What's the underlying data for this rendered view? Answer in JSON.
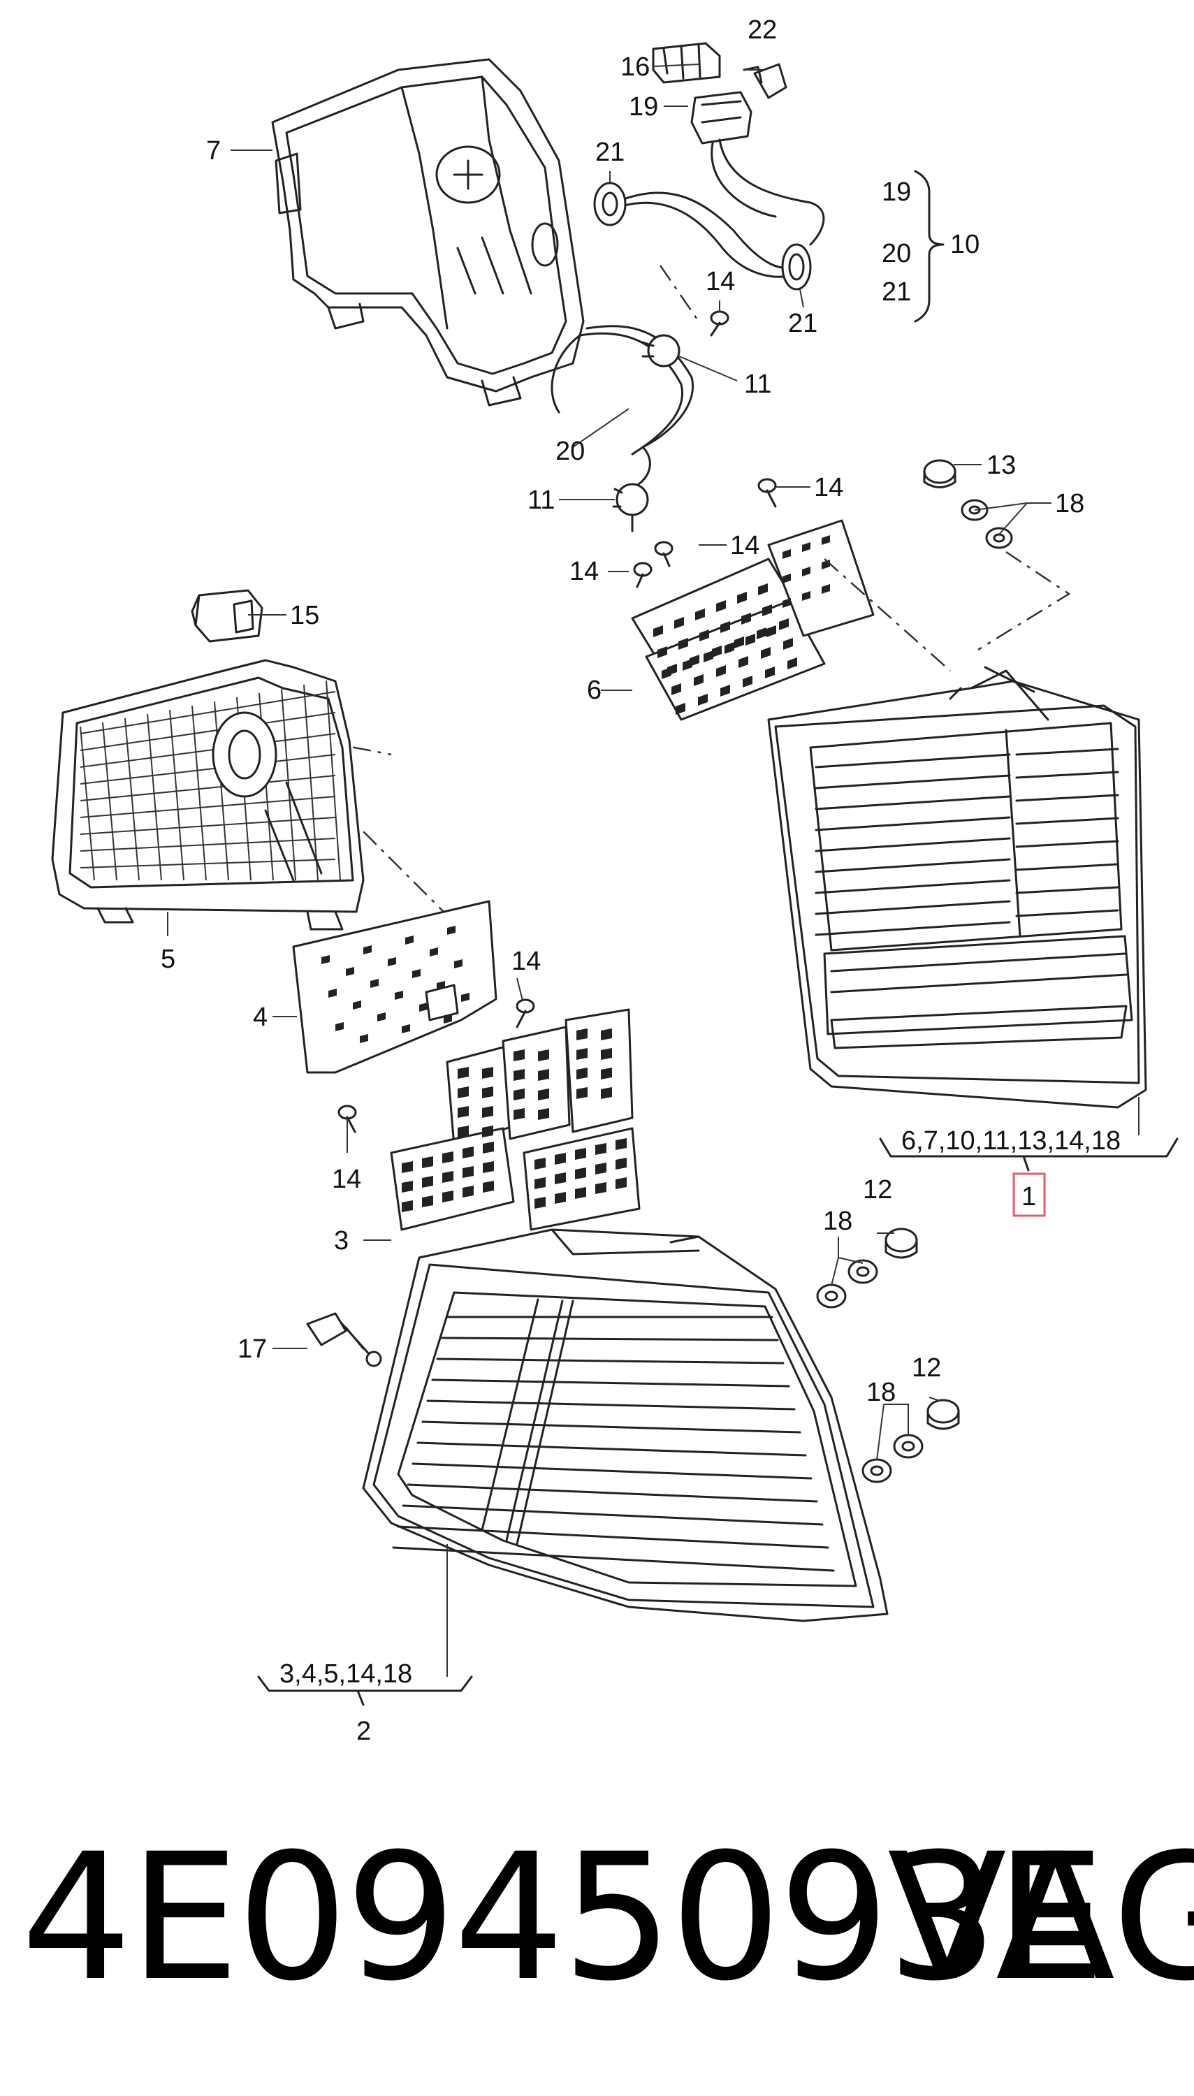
{
  "callouts": [
    {
      "id": "c1",
      "text": "1"
    },
    {
      "id": "c2",
      "text": "2"
    },
    {
      "id": "c3",
      "text": "3"
    },
    {
      "id": "c4",
      "text": "4"
    },
    {
      "id": "c5",
      "text": "5"
    },
    {
      "id": "c6",
      "text": "6"
    },
    {
      "id": "c7",
      "text": "7"
    },
    {
      "id": "c10",
      "text": "10"
    },
    {
      "id": "c11a",
      "text": "11"
    },
    {
      "id": "c11b",
      "text": "11"
    },
    {
      "id": "c12a",
      "text": "12"
    },
    {
      "id": "c12b",
      "text": "12"
    },
    {
      "id": "c13",
      "text": "13"
    },
    {
      "id": "c14a",
      "text": "14"
    },
    {
      "id": "c14b",
      "text": "14"
    },
    {
      "id": "c14c",
      "text": "14"
    },
    {
      "id": "c14d",
      "text": "14"
    },
    {
      "id": "c14e",
      "text": "14"
    },
    {
      "id": "c14f",
      "text": "14"
    },
    {
      "id": "c15",
      "text": "15"
    },
    {
      "id": "c16",
      "text": "16"
    },
    {
      "id": "c17",
      "text": "17"
    },
    {
      "id": "c18a",
      "text": "18"
    },
    {
      "id": "c18b",
      "text": "18"
    },
    {
      "id": "c18c",
      "text": "18"
    },
    {
      "id": "c19a",
      "text": "19"
    },
    {
      "id": "c19b",
      "text": "19"
    },
    {
      "id": "c20a",
      "text": "20"
    },
    {
      "id": "c20b",
      "text": "20"
    },
    {
      "id": "c21a",
      "text": "21"
    },
    {
      "id": "c21b",
      "text": "21"
    },
    {
      "id": "c21c",
      "text": "21"
    },
    {
      "id": "c22",
      "text": "22"
    }
  ],
  "groups": {
    "assembly1": "6,7,10,11,13,14,18",
    "assembly2": "3,4,5,14,18"
  },
  "highlight_color": "#e0606a",
  "footer": {
    "part_number": "4E0945093E",
    "manufacturer": "VAG"
  }
}
